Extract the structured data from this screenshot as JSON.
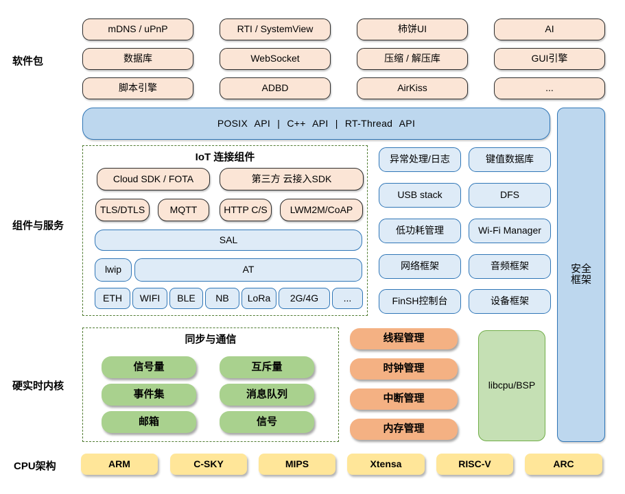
{
  "software": {
    "label": "软件包",
    "rows": [
      [
        "mDNS / uPnP",
        "RTI / SystemView",
        "柿饼UI",
        "AI"
      ],
      [
        "数据库",
        "WebSocket",
        "压缩 / 解压库",
        "GUI引擎"
      ],
      [
        "脚本引擎",
        "ADBD",
        "AirKiss",
        "..."
      ]
    ]
  },
  "api_bar": {
    "label": "POSIX API  |  C++ API  |  RT-Thread API"
  },
  "components": {
    "label": "组件与服务",
    "iot": {
      "title": "IoT 连接组件",
      "sdk": [
        "Cloud SDK / FOTA",
        "第三方 云接入SDK"
      ],
      "protocols": [
        "TLS/DTLS",
        "MQTT",
        "HTTP C/S",
        "LWM2M/CoAP"
      ],
      "sal": "SAL",
      "lwip": "lwip",
      "at": "AT",
      "links": [
        "ETH",
        "WIFI",
        "BLE",
        "NB",
        "LoRa",
        "2G/4G",
        "..."
      ]
    },
    "services": [
      [
        "异常处理/日志",
        "键值数据库"
      ],
      [
        "USB stack",
        "DFS"
      ],
      [
        "低功耗管理",
        "Wi-Fi Manager"
      ],
      [
        "网络框架",
        "音频框架"
      ],
      [
        "FinSH控制台",
        "设备框架"
      ]
    ]
  },
  "security": {
    "label": "安全\n框架"
  },
  "kernel": {
    "label": "硬实时内核",
    "sync": {
      "title": "同步与通信",
      "rows": [
        [
          "信号量",
          "互斥量"
        ],
        [
          "事件集",
          "消息队列"
        ],
        [
          "邮箱",
          "信号"
        ]
      ]
    },
    "management": [
      "线程管理",
      "时钟管理",
      "中断管理",
      "内存管理"
    ],
    "libcpu": "libcpu/BSP"
  },
  "cpu": {
    "label": "CPU架构",
    "items": [
      "ARM",
      "C-SKY",
      "MIPS",
      "Xtensa",
      "RISC-V",
      "ARC"
    ]
  },
  "colors": {
    "peach_fill": "#FBE5D6",
    "peach_border": "#2b2b2b",
    "blue_light_fill": "#DEEBF7",
    "blue_mid_fill": "#BDD7EE",
    "blue_border": "#2E75B6",
    "green_fill": "#A9D18E",
    "libcpu_fill": "#C5E0B4",
    "libcpu_border": "#70AD47",
    "orange_fill": "#F4B183",
    "yellow_fill": "#FFE699",
    "dashed_border": "#4e7a2f",
    "background": "#ffffff"
  }
}
